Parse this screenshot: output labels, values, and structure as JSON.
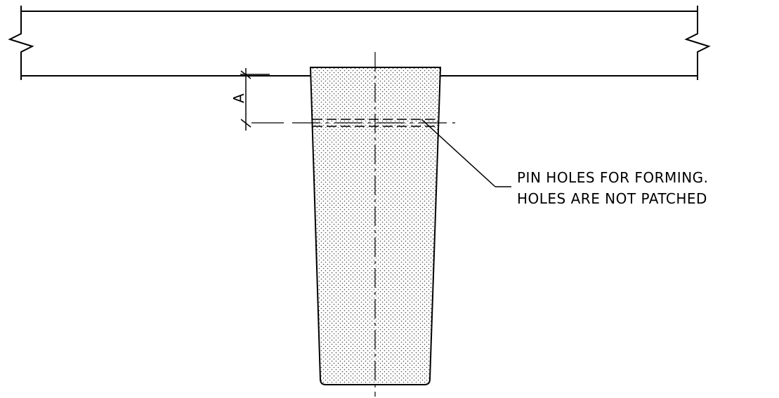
{
  "diagram": {
    "dimension_label": "A",
    "callout": {
      "line1": "PIN HOLES FOR FORMING.",
      "line2": "HOLES ARE NOT PATCHED"
    }
  }
}
